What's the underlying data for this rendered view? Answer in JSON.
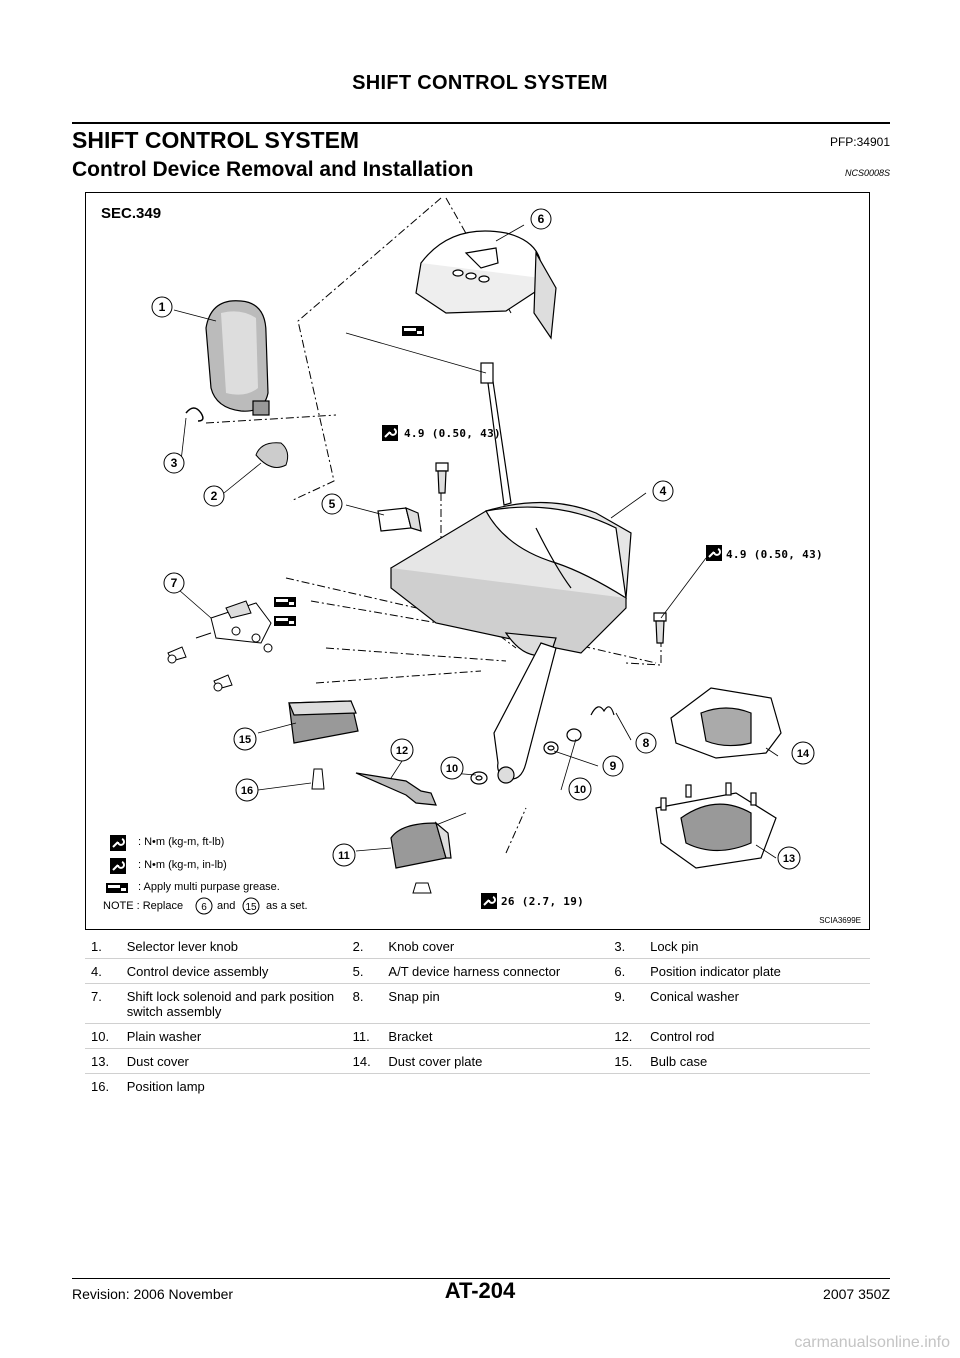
{
  "header": {
    "running_title": "SHIFT CONTROL SYSTEM"
  },
  "section": {
    "title": "SHIFT CONTROL SYSTEM",
    "pfp": "PFP:34901"
  },
  "subsection": {
    "title": "Control Device Removal and Installation",
    "code": "NCS0008S"
  },
  "figure": {
    "sec": "SEC.349",
    "id": "SCIA3699E",
    "callouts": [
      "1",
      "2",
      "3",
      "4",
      "5",
      "6",
      "7",
      "8",
      "9",
      "10",
      "10",
      "11",
      "12",
      "13",
      "14",
      "15",
      "16"
    ],
    "torque_labels": {
      "t1": "4.9 (0.50, 43)",
      "t2": "4.9 (0.50, 43)",
      "t3": "26 (2.7, 19)"
    },
    "legend": {
      "ftlb": ":  N•m  (kg-m,  ft-lb)",
      "inlb": ":  N•m  (kg-m,  in-lb)",
      "grease": ":  Apply multi purpase grease.",
      "note_prefix": "NOTE :  Replace",
      "note_and": "and",
      "note_suffix": "as a set.",
      "note_ref_a": "6",
      "note_ref_b": "15"
    },
    "icons": [
      "torque-wrench-icon",
      "grease-icon"
    ]
  },
  "parts": [
    [
      "1.",
      "Selector lever knob",
      "2.",
      "Knob cover",
      "3.",
      "Lock pin"
    ],
    [
      "4.",
      "Control device assembly",
      "5.",
      "A/T device harness connector",
      "6.",
      "Position indicator plate"
    ],
    [
      "7.",
      "Shift lock solenoid and park position switch assembly",
      "8.",
      "Snap pin",
      "9.",
      "Conical washer"
    ],
    [
      "10.",
      "Plain washer",
      "11.",
      "Bracket",
      "12.",
      "Control rod"
    ],
    [
      "13.",
      "Dust cover",
      "14.",
      "Dust cover plate",
      "15.",
      "Bulb case"
    ],
    [
      "16.",
      "Position lamp",
      "",
      "",
      "",
      ""
    ]
  ],
  "footer": {
    "revision": "Revision: 2006 November",
    "page": "AT-204",
    "model": "2007 350Z"
  },
  "watermark": "carmanualsonline.info"
}
